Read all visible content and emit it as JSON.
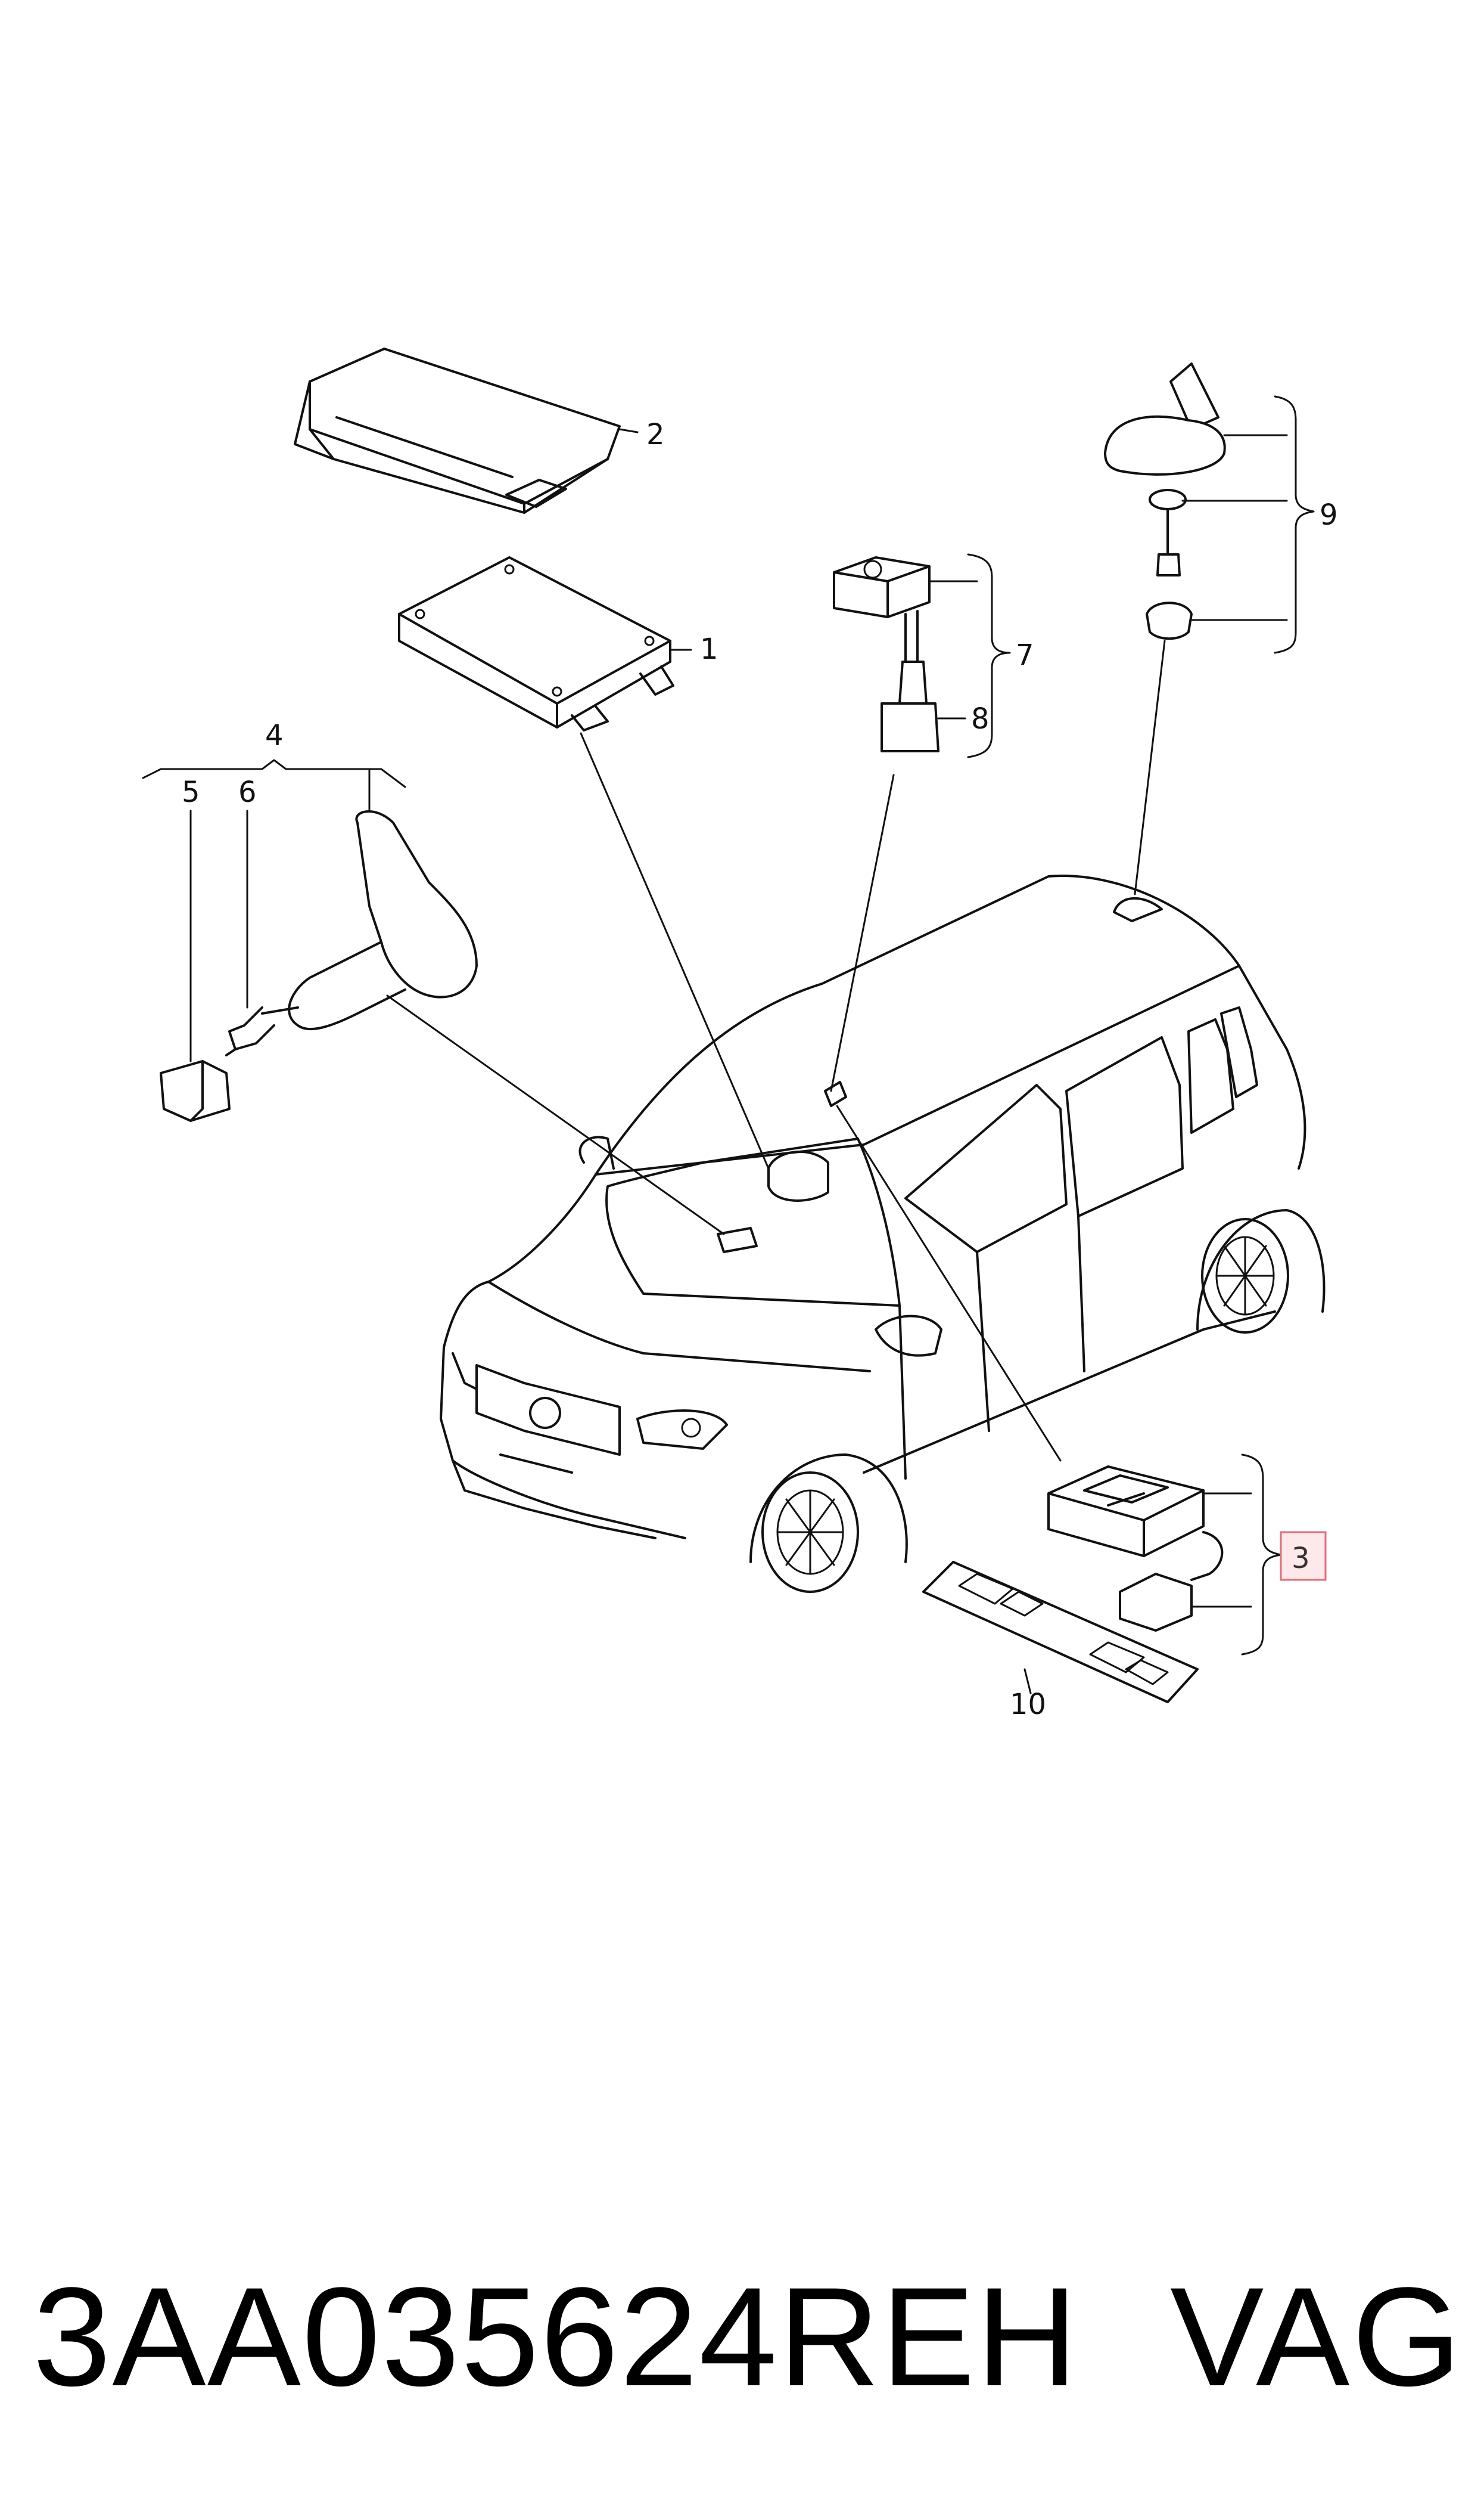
{
  "diagram": {
    "callouts": {
      "c1": "1",
      "c2": "2",
      "c3": "3",
      "c4": "4",
      "c5": "5",
      "c6": "6",
      "c7": "7",
      "c8": "8",
      "c9": "9",
      "c10": "10"
    },
    "highlighted_callout": "3",
    "highlight_color": "#e06d77"
  },
  "footer": {
    "part_number": "3AA035624REH",
    "brand": "VAG"
  }
}
